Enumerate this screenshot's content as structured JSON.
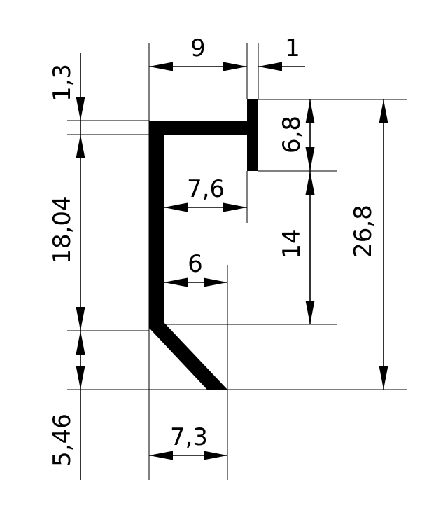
{
  "dimensions": {
    "top_width": "9",
    "lip_thickness": "1",
    "top_thickness": "1,3",
    "lip_height": "6,8",
    "inner_width_upper": "7,6",
    "inner_width_lower": "6",
    "vertical_mid": "14",
    "total_height": "26,8",
    "web_height": "18,04",
    "bottom_height": "5,46",
    "bottom_width": "7,3"
  },
  "colors": {
    "ink": "#000000",
    "background": "#ffffff"
  }
}
